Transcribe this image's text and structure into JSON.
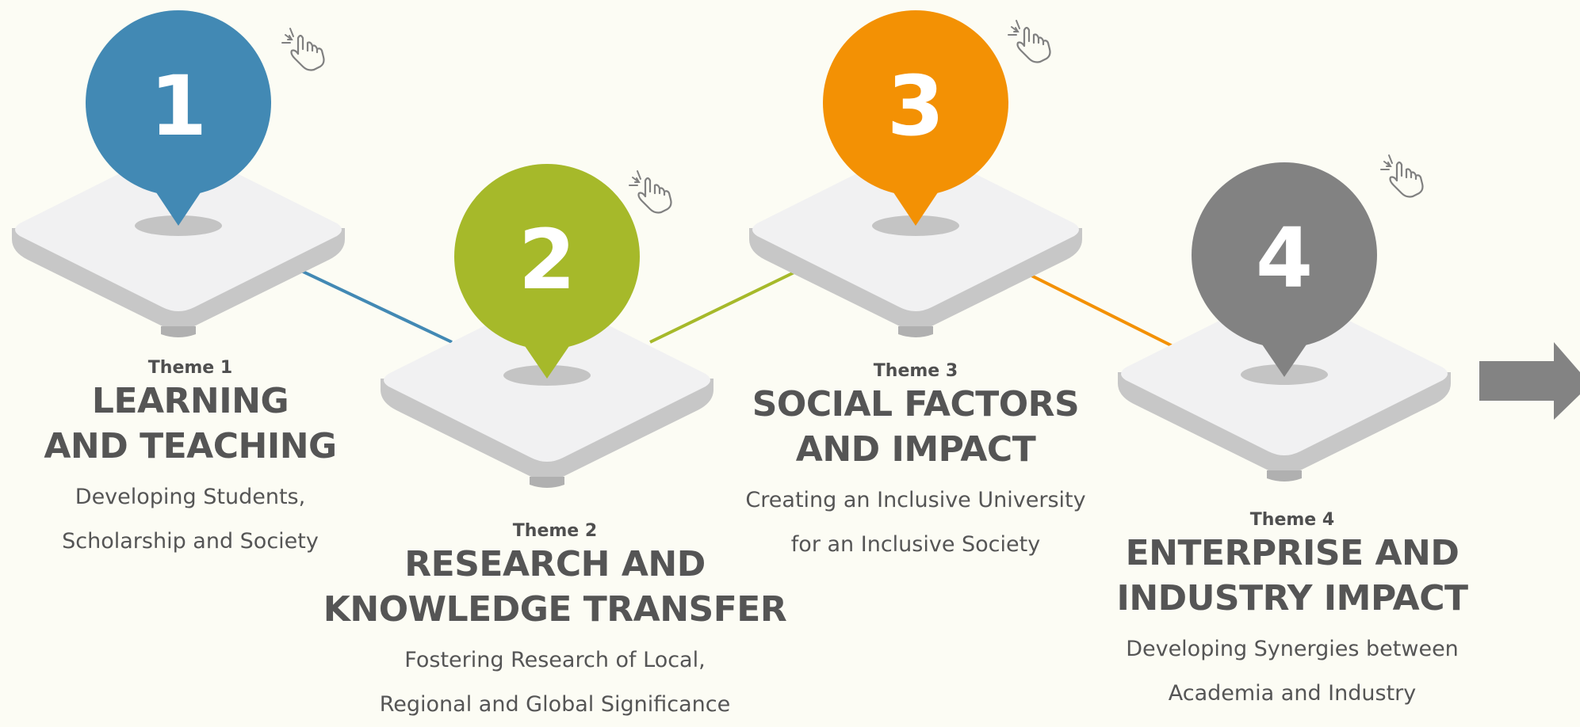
{
  "colors": {
    "background": "#fcfcf4",
    "theme1": "#4289b4",
    "theme2": "#a6b92a",
    "theme3": "#f39104",
    "theme4": "#828282",
    "platform_top": "#f1f1f1",
    "platform_side": "#c8c8c8",
    "text": "#555555",
    "arrow": "#838383"
  },
  "icons": {
    "pointer": "tap-hand-icon",
    "arrow": "right-arrow-icon"
  },
  "themes": [
    {
      "number": "1",
      "label": "Theme 1",
      "title_lines": [
        "LEARNING",
        "AND TEACHING"
      ],
      "desc_lines": [
        "Developing Students,",
        "Scholarship and Society"
      ]
    },
    {
      "number": "2",
      "label": "Theme 2",
      "title_lines": [
        "RESEARCH AND",
        "KNOWLEDGE TRANSFER"
      ],
      "desc_lines": [
        "Fostering Research of Local,",
        "Regional and Global Significance"
      ]
    },
    {
      "number": "3",
      "label": "Theme 3",
      "title_lines": [
        "SOCIAL FACTORS",
        "AND IMPACT"
      ],
      "desc_lines": [
        "Creating an Inclusive University",
        "for an Inclusive Society"
      ]
    },
    {
      "number": "4",
      "label": "Theme 4",
      "title_lines": [
        "ENTERPRISE AND",
        "INDUSTRY IMPACT"
      ],
      "desc_lines": [
        "Developing Synergies between",
        "Academia and Industry"
      ]
    }
  ]
}
